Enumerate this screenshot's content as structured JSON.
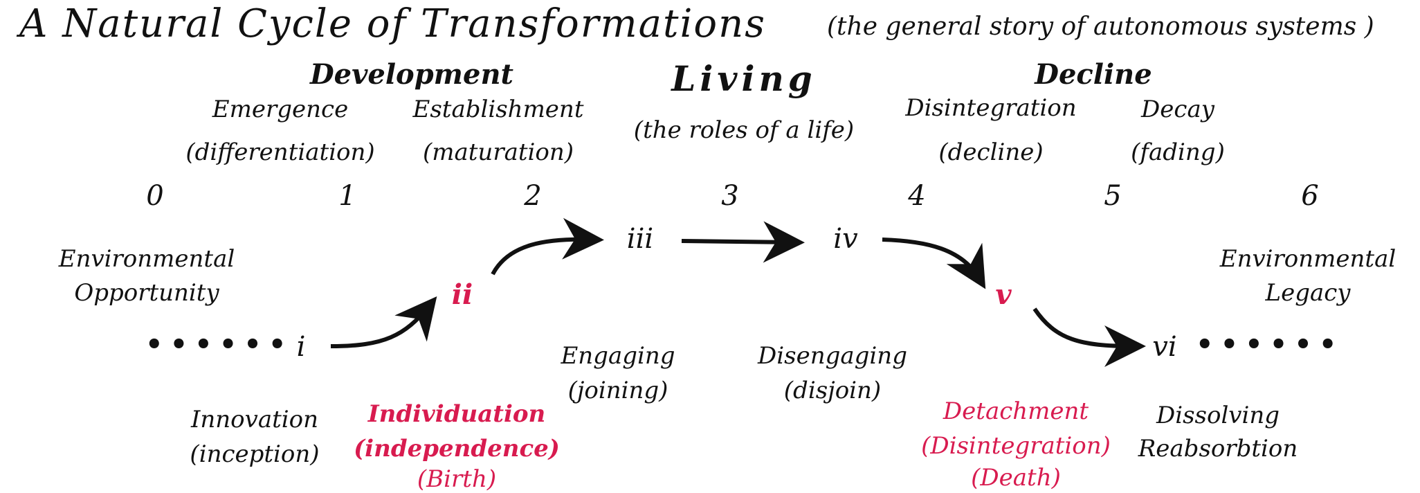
{
  "title": "A Natural Cycle of Transformations",
  "subtitle": "(the general story of autonomous systems )",
  "phases": {
    "development": "Development",
    "living": "Living",
    "living_sub": "(the roles of a life)",
    "decline": "Decline"
  },
  "stages": [
    {
      "name": "Emergence",
      "sub": "(differentiation)"
    },
    {
      "name": "Establishment",
      "sub": "(maturation)"
    },
    {
      "name": "Disintegration",
      "sub": "(decline)"
    },
    {
      "name": "Decay",
      "sub": "(fading)"
    }
  ],
  "numbers": [
    "0",
    "1",
    "2",
    "3",
    "4",
    "5",
    "6"
  ],
  "nodes": [
    "i",
    "ii",
    "iii",
    "iv",
    "v",
    "vi"
  ],
  "dots": "••••••",
  "context": {
    "left": [
      "Environmental",
      "Opportunity"
    ],
    "right": [
      "Environmental",
      "Legacy"
    ]
  },
  "transitions": [
    {
      "line1": "Innovation",
      "line2": "(inception)"
    },
    {
      "line1": "Individuation",
      "line2": "(independence)",
      "line3": "(Birth)"
    },
    {
      "line1": "Engaging",
      "line2": "(joining)"
    },
    {
      "line1": "Disengaging",
      "line2": "(disjoin)"
    },
    {
      "line1": "Detachment",
      "line2": "(Disintegration)",
      "line3": "(Death)"
    },
    {
      "line1": "Dissolving",
      "line2": "Reabsorbtion"
    }
  ],
  "colors": {
    "highlight": "#d81b4f",
    "text": "#111111",
    "arrow": "#111111"
  }
}
